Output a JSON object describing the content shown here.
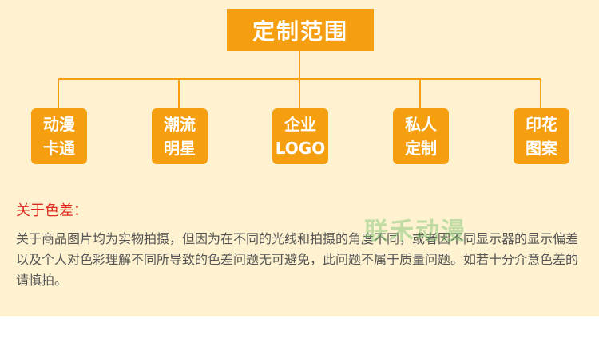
{
  "title": "定制范围",
  "nodes": [
    {
      "line1": "动漫",
      "line2": "卡通"
    },
    {
      "line1": "潮流",
      "line2": "明星"
    },
    {
      "line1": "企业",
      "line2": "LOGO"
    },
    {
      "line1": "私人",
      "line2": "定制"
    },
    {
      "line1": "印花",
      "line2": "图案"
    }
  ],
  "color_note": {
    "heading": "关于色差：",
    "text": "关于商品图片均为实物拍摄，但因为在不同的光线和拍摄的角度不同，或者因不同显示器的显示偏差以及个人对色彩理解不同所导致的色差问题无可避免，此问题不属于质量问题。如若十分介意色差的请慎拍。"
  },
  "watermark": "联禾动漫",
  "colors": {
    "accent": "#F49E10",
    "background": "#FEF2D0",
    "heading_red": "#E02A1E",
    "body_text": "#555555"
  }
}
